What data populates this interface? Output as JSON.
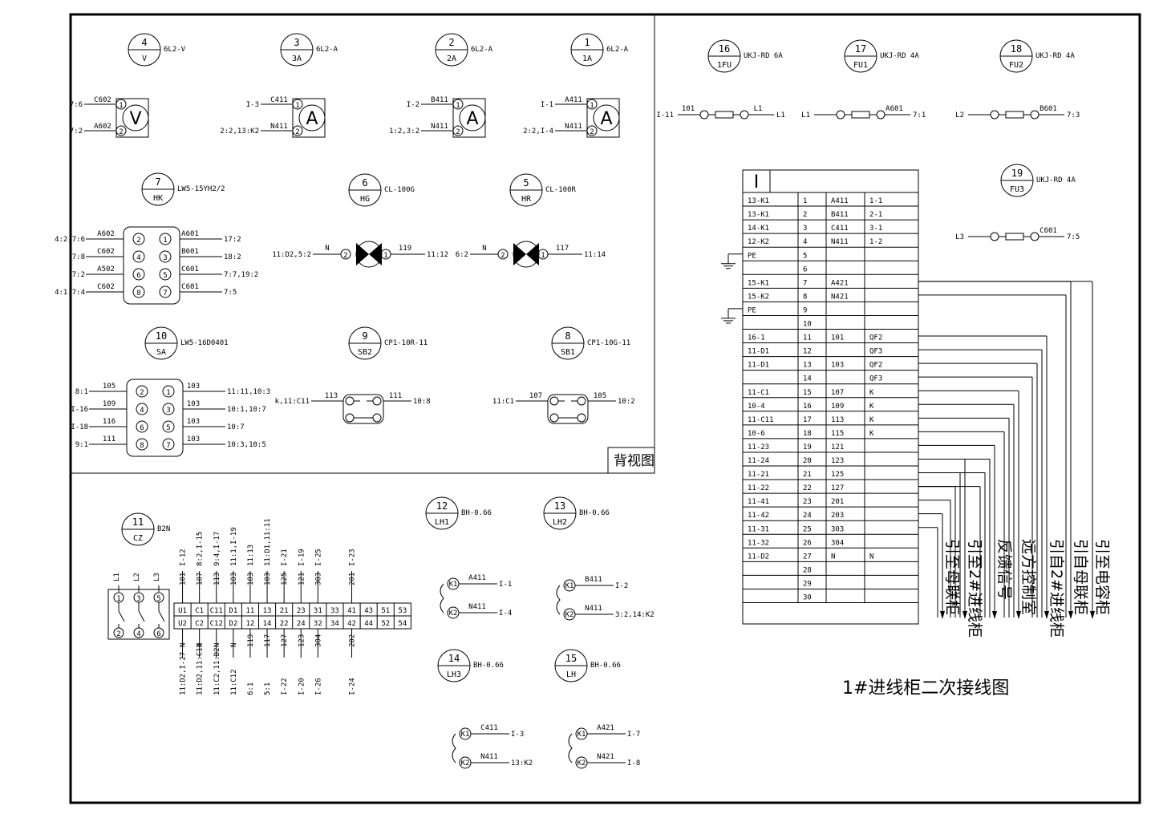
{
  "title": "1#进线柜二次接线图",
  "back_view_label": "背视图",
  "meters": [
    {
      "num": "4",
      "code": "V",
      "model": "6L2-V",
      "sym": "V",
      "l1": "7:6",
      "w1": "C602",
      "l2": "7:2",
      "w2": "A602"
    },
    {
      "num": "3",
      "code": "3A",
      "model": "6L2-A",
      "sym": "A",
      "l1": "I-3",
      "w1": "C411",
      "l2": "2:2,13:K2",
      "w2": "N411"
    },
    {
      "num": "2",
      "code": "2A",
      "model": "6L2-A",
      "sym": "A",
      "l1": "I-2",
      "w1": "B411",
      "l2": "1:2,3:2",
      "w2": "N411"
    },
    {
      "num": "1",
      "code": "1A",
      "model": "6L2-A",
      "sym": "A",
      "l1": "I-1",
      "w1": "A411",
      "l2": "2:2,I-4",
      "w2": "N411"
    }
  ],
  "fuses": [
    {
      "num": "16",
      "code": "1FU",
      "model": "UKJ-RD 6A",
      "left": "I-11",
      "lw": "101",
      "rw": "L1",
      "right": "L1"
    },
    {
      "num": "17",
      "code": "FU1",
      "model": "UKJ-RD 4A",
      "left": "L1",
      "lw": "",
      "rw": "A601",
      "right": "7:1"
    },
    {
      "num": "18",
      "code": "FU2",
      "model": "UKJ-RD 4A",
      "left": "L2",
      "lw": "",
      "rw": "B601",
      "right": "7:3"
    },
    {
      "num": "19",
      "code": "FU3",
      "model": "UKJ-RD 4A",
      "left": "L3",
      "lw": "",
      "rw": "C601",
      "right": "7:5"
    }
  ],
  "switch_hk": {
    "num": "7",
    "code": "HK",
    "model": "LW5-15YH2/2",
    "left": [
      [
        "4:2,7:6",
        "A602"
      ],
      [
        "7:8",
        "C602"
      ],
      [
        "7:2",
        "A502"
      ],
      [
        "4:1,7:4",
        "C602"
      ]
    ],
    "right": [
      [
        "A601",
        "17:2"
      ],
      [
        "B601",
        "18:2"
      ],
      [
        "C601",
        "7:7,19:2"
      ],
      [
        "C601",
        "7:5"
      ]
    ],
    "contacts": [
      [
        "2",
        "1"
      ],
      [
        "4",
        "3"
      ],
      [
        "6",
        "5"
      ],
      [
        "8",
        "7"
      ]
    ]
  },
  "switch_sa": {
    "num": "10",
    "code": "SA",
    "model": "LW5-16D0401",
    "left": [
      [
        "8:1",
        "105"
      ],
      [
        "I-16",
        "109"
      ],
      [
        "I-18",
        "116"
      ],
      [
        "9:1",
        "111"
      ]
    ],
    "right": [
      [
        "103",
        "11:11,10:3"
      ],
      [
        "103",
        "10:1,10:7"
      ],
      [
        "103",
        "10:7"
      ],
      [
        "103",
        "10:3,10:5"
      ]
    ],
    "contacts": [
      [
        "2",
        "1"
      ],
      [
        "4",
        "3"
      ],
      [
        "6",
        "5"
      ],
      [
        "8",
        "7"
      ]
    ]
  },
  "lamps": [
    {
      "num": "6",
      "code": "HG",
      "model": "CL-100G",
      "left": "11:D2,5:2",
      "lw": "N",
      "rw": "119",
      "right": "11:12"
    },
    {
      "num": "5",
      "code": "HR",
      "model": "CL-100R",
      "left": "6:2",
      "lw": "N",
      "rw": "117",
      "right": "11:14"
    }
  ],
  "buttons": [
    {
      "num": "9",
      "code": "SB2",
      "model": "CP1-10R-11",
      "left": "k,11:C11",
      "lw": "113",
      "rw": "111",
      "right": "10:8"
    },
    {
      "num": "8",
      "code": "SB1",
      "model": "CP1-10G-11",
      "left": "11:C1",
      "lw": "107",
      "rw": "105",
      "right": "10:2"
    }
  ],
  "breaker": {
    "num": "11",
    "code": "CZ",
    "model": "B2N",
    "phases": [
      "L1",
      "L2",
      "L3"
    ],
    "top": [
      "1",
      "3",
      "5"
    ],
    "bottom": [
      "2",
      "4",
      "6"
    ]
  },
  "term_strip": {
    "top_row": [
      "U1",
      "C1",
      "C11",
      "D1",
      "11",
      "13",
      "21",
      "23",
      "31",
      "33",
      "41",
      "43",
      "51",
      "53"
    ],
    "bot_row": [
      "U2",
      "C2",
      "C12",
      "D2",
      "12",
      "14",
      "22",
      "24",
      "32",
      "34",
      "42",
      "44",
      "52",
      "54"
    ],
    "top_labels": [
      "101 I-12",
      "107 8:2,I-15",
      "113 9:4,I-17",
      "103 11:1,I-19",
      "103 11:13",
      "103 11:D1,11:11",
      "125 I-21",
      "121 I-19",
      "303 I-25",
      "",
      "201 I-23",
      "",
      "",
      ""
    ],
    "bot_labels": [
      "N 11:D2,I-27",
      "N 11:D2,11:C12",
      "N 11:C2,11:D2",
      "N 11:C12",
      "119 6:1",
      "117 5:1",
      "127 I-22",
      "123 I-20",
      "304 I-26",
      "",
      "202 I-24",
      "",
      "",
      ""
    ]
  },
  "cts": [
    {
      "num": "12",
      "code": "LH1",
      "model": "BH-0.66",
      "w1": "A411",
      "r1": "I-1",
      "w2": "N411",
      "r2": "I-4"
    },
    {
      "num": "13",
      "code": "LH2",
      "model": "BH-0.66",
      "w1": "B411",
      "r1": "I-2",
      "w2": "N411",
      "r2": "3:2,14:K2"
    },
    {
      "num": "14",
      "code": "LH3",
      "model": "BH-0.66",
      "w1": "C411",
      "r1": "I-3",
      "w2": "N411",
      "r2": "13:K2"
    },
    {
      "num": "15",
      "code": "LH",
      "model": "BH-0.66",
      "w1": "A421",
      "r1": "I-7",
      "w2": "N421",
      "r2": "I-8"
    }
  ],
  "terminal_table": {
    "header": "I",
    "rows": [
      [
        "13-K1",
        "1",
        "A411",
        "1-1"
      ],
      [
        "13-K1",
        "2",
        "B411",
        "2-1"
      ],
      [
        "14-K1",
        "3",
        "C411",
        "3-1"
      ],
      [
        "12-K2",
        "4",
        "N411",
        "1-2"
      ],
      [
        "PE",
        "5",
        "",
        ""
      ],
      [
        "",
        "6",
        "",
        ""
      ],
      [
        "15-K1",
        "7",
        "A421",
        ""
      ],
      [
        "15-K2",
        "8",
        "N421",
        ""
      ],
      [
        "PE",
        "9",
        "",
        ""
      ],
      [
        "",
        "10",
        "",
        ""
      ],
      [
        "16-1",
        "11",
        "101",
        "QF2"
      ],
      [
        "11-D1",
        "12",
        "",
        "QF3"
      ],
      [
        "11-D1",
        "13",
        "103",
        "QF2"
      ],
      [
        "",
        "14",
        "",
        "QF3"
      ],
      [
        "11-C1",
        "15",
        "107",
        "K"
      ],
      [
        "10-4",
        "16",
        "109",
        "K"
      ],
      [
        "11-C11",
        "17",
        "113",
        "K"
      ],
      [
        "10-6",
        "18",
        "115",
        "K"
      ],
      [
        "11-23",
        "19",
        "121",
        ""
      ],
      [
        "11-24",
        "20",
        "123",
        ""
      ],
      [
        "11-21",
        "21",
        "125",
        ""
      ],
      [
        "11-22",
        "22",
        "127",
        ""
      ],
      [
        "11-41",
        "23",
        "201",
        ""
      ],
      [
        "11-42",
        "24",
        "203",
        ""
      ],
      [
        "11-31",
        "25",
        "303",
        ""
      ],
      [
        "11-32",
        "26",
        "304",
        ""
      ],
      [
        "11-D2",
        "27",
        "N",
        "N"
      ],
      [
        "",
        "28",
        "",
        ""
      ],
      [
        "",
        "29",
        "",
        ""
      ],
      [
        "",
        "30",
        "",
        ""
      ]
    ]
  },
  "destinations": [
    "引至母联柜",
    "引至2#进线柜",
    "反馈信号",
    "远方控制室",
    "引自2#进线柜",
    "引自母联柜",
    "引至电容柜"
  ]
}
